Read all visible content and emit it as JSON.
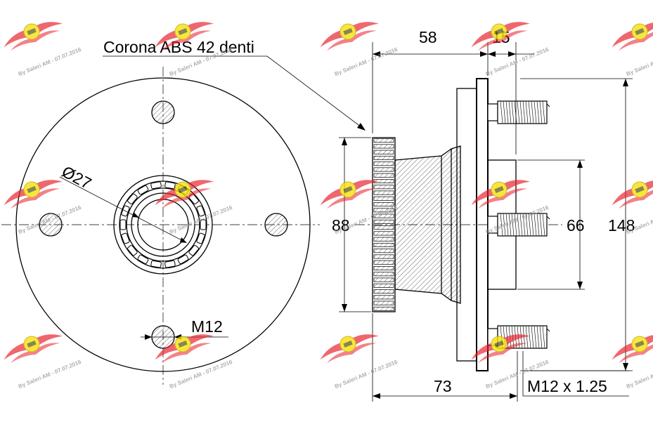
{
  "labels": {
    "abs_ring": "Corona ABS 42 denti",
    "bore_diameter": "Ø27",
    "bolt_thread": "M12",
    "dim_58": "58",
    "dim_15": "15",
    "dim_88": "88",
    "dim_66": "66",
    "dim_148": "148",
    "dim_73": "73",
    "thread_spec": "M12 x 1.25"
  },
  "watermark": {
    "text": "By Saleri AM - 07.07.2016",
    "logo_color": "#e8202a",
    "logo_accent": "#f5e20a"
  }
}
